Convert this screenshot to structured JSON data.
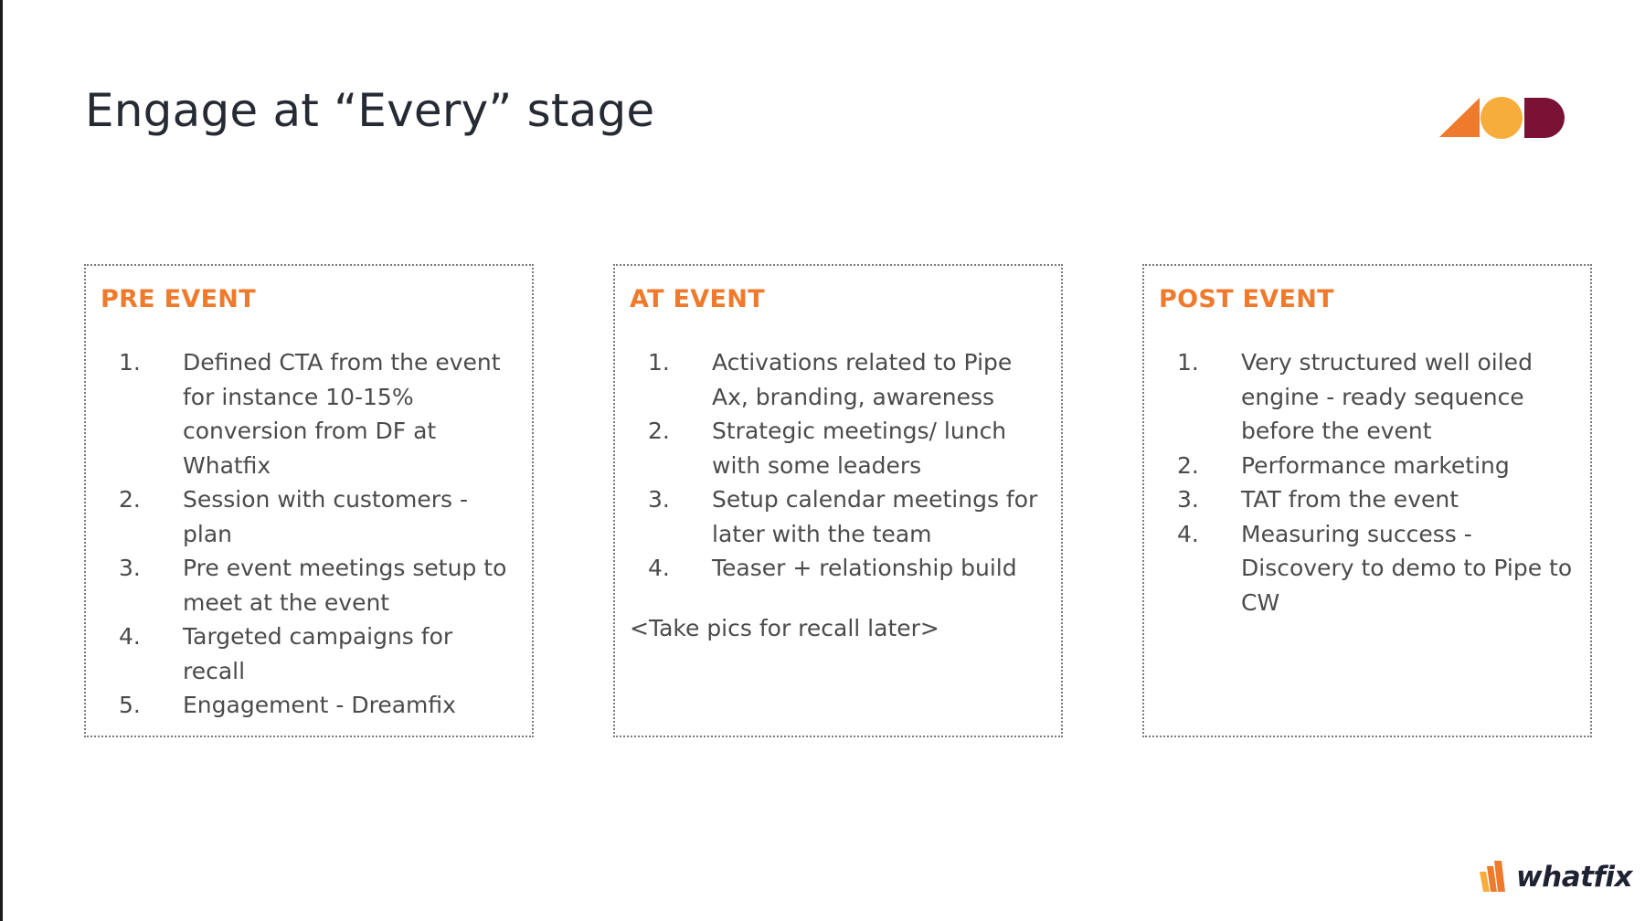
{
  "slide": {
    "title": "Engage at “Every” stage"
  },
  "colors": {
    "accent_orange": "#ef7a2c",
    "brand_dark_red": "#7a1236",
    "brand_yellow": "#f6ad3c",
    "title_text": "#262a33",
    "body_text": "#4b4b4b"
  },
  "columns": {
    "pre": {
      "title": "PRE EVENT",
      "items": [
        {
          "num": "1.",
          "text": "Defined CTA from the event for instance 10-15% conversion from DF at Whatfix"
        },
        {
          "num": "2.",
          "text": "Session with customers - plan"
        },
        {
          "num": "3.",
          "text": "Pre event meetings setup to meet at the event"
        },
        {
          "num": "4.",
          "text": "Targeted campaigns for recall"
        },
        {
          "num": "5.",
          "text": "Engagement - Dreamfix"
        }
      ]
    },
    "at": {
      "title": "AT EVENT",
      "items": [
        {
          "num": "1.",
          "text": "Activations related to Pipe Ax, branding, awareness"
        },
        {
          "num": "2.",
          "text": "Strategic meetings/ lunch with some leaders"
        },
        {
          "num": "3.",
          "text": "Setup calendar meetings for later with the team"
        },
        {
          "num": "4.",
          "text": "Teaser + relationship build"
        }
      ],
      "note": "<Take pics for recall later>"
    },
    "post": {
      "title": "POST EVENT",
      "items": [
        {
          "num": "1.",
          "text": "Very structured well oiled engine - ready sequence before the event"
        },
        {
          "num": "2.",
          "text": "Performance marketing"
        },
        {
          "num": "3.",
          "text": "TAT from the event"
        },
        {
          "num": "4.",
          "text": "Measuring success - Discovery to demo to Pipe to CW"
        }
      ]
    }
  },
  "brand": {
    "mark_icon": "triangle-circle-halfcircle-logo",
    "footer_logo_icon": "whatfix-w-icon",
    "footer_logo_text": "whatfix"
  }
}
